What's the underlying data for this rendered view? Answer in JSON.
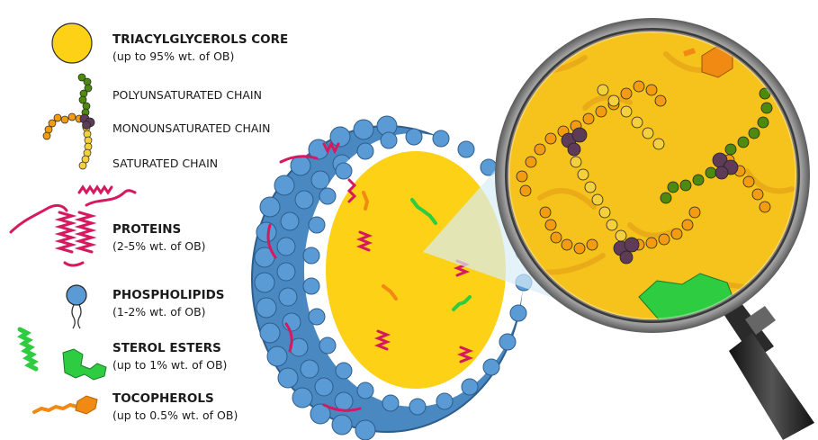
{
  "legend": {
    "triacylglycerols": {
      "label": "TRIACYLGLYCEROLS CORE",
      "sub": "(up to 95% wt. of OB)"
    },
    "polyunsaturated": {
      "label": "POLYUNSATURATED CHAIN"
    },
    "monounsaturated": {
      "label": "MONOUNSATURATED CHAIN"
    },
    "saturated": {
      "label": "SATURATED CHAIN"
    },
    "proteins": {
      "label": "PROTEINS",
      "sub": "(2-5% wt. of OB)"
    },
    "phospholipids": {
      "label": "PHOSPHOLIPIDS",
      "sub": "(1-2% wt. of OB)"
    },
    "sterol_esters": {
      "label": "STEROL ESTERS",
      "sub": "(up to 1% wt. of OB)"
    },
    "tocopherols": {
      "label": "TOCOPHEROLS",
      "sub": "(up to 0.5% wt. of OB)"
    }
  },
  "colors": {
    "core_yellow": "#fcd116",
    "phospholipid_blue": "#5b9bd5",
    "protein_magenta": "#d6185f",
    "polyunsaturated_green": "#4f8a10",
    "monounsaturated_orange": "#f39c12",
    "saturated_yellow": "#f4d03f",
    "glycerol_purple": "#5e3c58",
    "sterol_green": "#2ecc40",
    "tocopherol_orange": "#f08a12"
  }
}
